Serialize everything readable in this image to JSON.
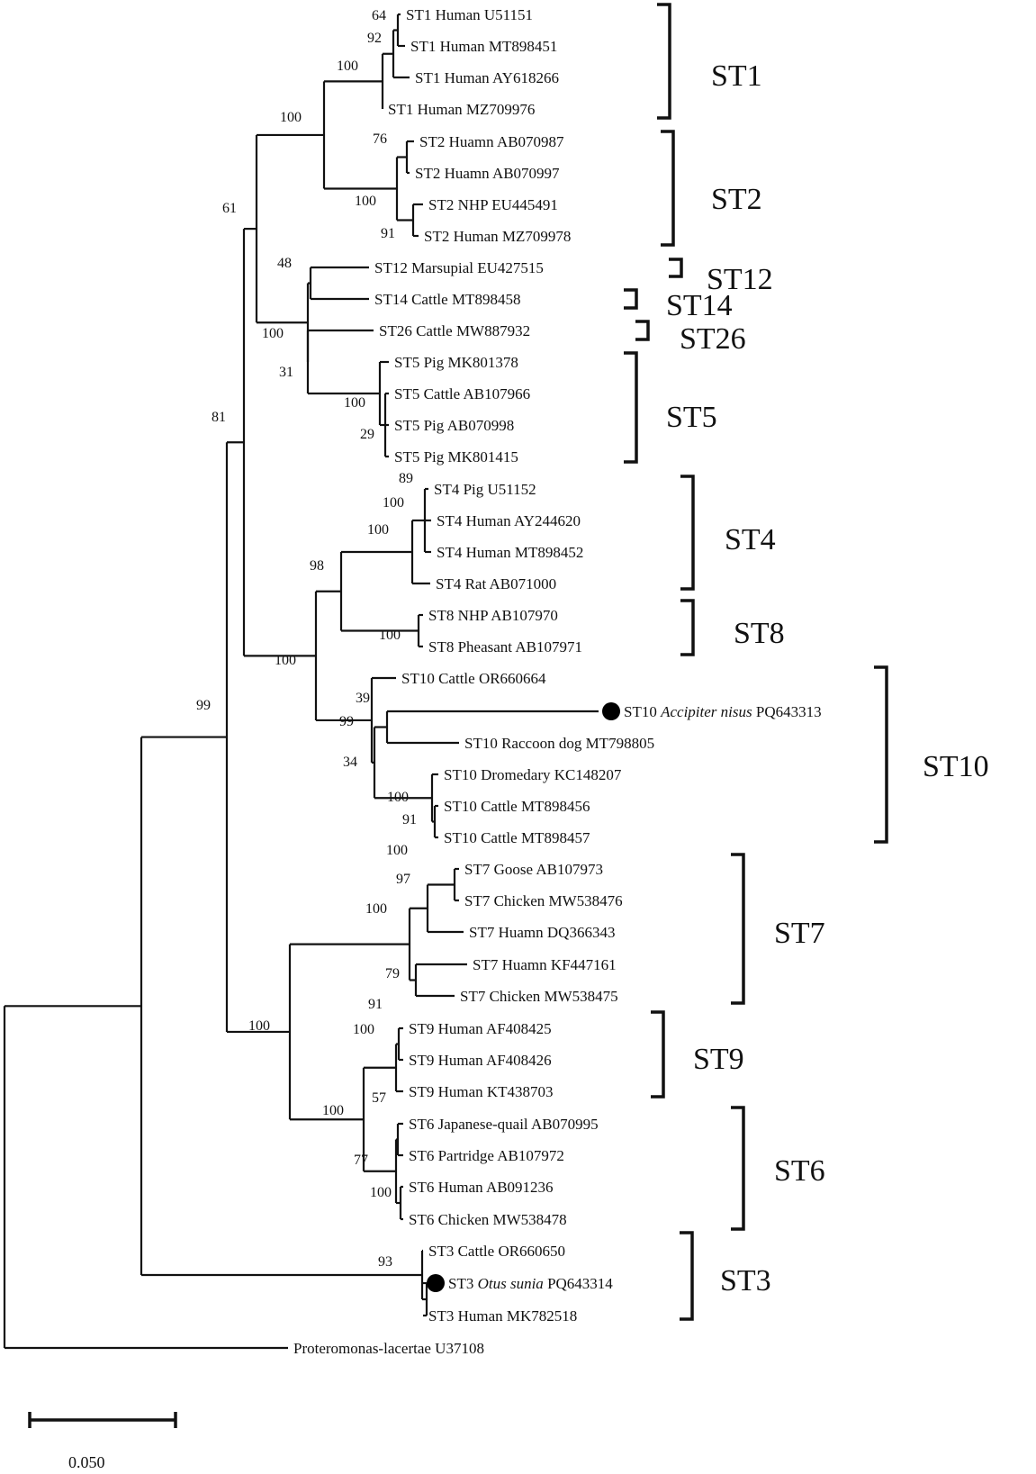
{
  "leaves": [
    {
      "id": "st1_u51151",
      "text": "ST1 Human U51151"
    },
    {
      "id": "st1_mt898451",
      "text": "ST1 Human MT898451"
    },
    {
      "id": "st1_ay618266",
      "text": "ST1 Human AY618266"
    },
    {
      "id": "st1_mz709976",
      "text": "ST1 Human MZ709976"
    },
    {
      "id": "st2_ab070987",
      "text": "ST2 Huamn AB070987"
    },
    {
      "id": "st2_ab070997",
      "text": "ST2 Huamn AB070997"
    },
    {
      "id": "st2_eu445491",
      "text": "ST2 NHP EU445491"
    },
    {
      "id": "st2_mz709978",
      "text": "ST2 Human MZ709978"
    },
    {
      "id": "st12_eu427515",
      "text": "ST12 Marsupial EU427515"
    },
    {
      "id": "st14_mt898458",
      "text": "ST14 Cattle MT898458"
    },
    {
      "id": "st26_mw887932",
      "text": "ST26 Cattle MW887932"
    },
    {
      "id": "st5_mk801378",
      "text": "ST5 Pig MK801378"
    },
    {
      "id": "st5_ab107966",
      "text": "ST5 Cattle AB107966"
    },
    {
      "id": "st5_ab070998",
      "text": "ST5 Pig AB070998"
    },
    {
      "id": "st5_mk801415",
      "text": "ST5 Pig MK801415"
    },
    {
      "id": "st4_u51152",
      "text": "ST4 Pig U51152"
    },
    {
      "id": "st4_ay244620",
      "text": "ST4 Human AY244620"
    },
    {
      "id": "st4_mt898452",
      "text": "ST4 Human MT898452"
    },
    {
      "id": "st4_ab071000",
      "text": "ST4 Rat AB071000"
    },
    {
      "id": "st8_ab107970",
      "text": "ST8 NHP AB107970"
    },
    {
      "id": "st8_ab107971",
      "text": "ST8 Pheasant AB107971"
    },
    {
      "id": "st10_or660664",
      "text": "ST10 Cattle OR660664"
    },
    {
      "id": "st10_pq643313",
      "pre": "ST10 ",
      "ital": "Accipiter nisus",
      "post": " PQ643313"
    },
    {
      "id": "st10_mt798805",
      "text": "ST10 Raccoon dog MT798805"
    },
    {
      "id": "st10_kc148207",
      "text": "ST10 Dromedary KC148207"
    },
    {
      "id": "st10_mt898456",
      "text": "ST10 Cattle MT898456"
    },
    {
      "id": "st10_mt898457",
      "text": "ST10 Cattle MT898457"
    },
    {
      "id": "st7_ab107973",
      "text": "ST7 Goose AB107973"
    },
    {
      "id": "st7_mw538476",
      "text": "ST7 Chicken MW538476"
    },
    {
      "id": "st7_dq366343",
      "text": "ST7 Huamn DQ366343"
    },
    {
      "id": "st7_kf447161",
      "text": "ST7 Huamn KF447161"
    },
    {
      "id": "st7_mw538475",
      "text": "ST7 Chicken MW538475"
    },
    {
      "id": "st9_af408425",
      "text": "ST9 Human AF408425"
    },
    {
      "id": "st9_af408426",
      "text": "ST9 Human AF408426"
    },
    {
      "id": "st9_kt438703",
      "text": "ST9 Human KT438703"
    },
    {
      "id": "st6_ab070995",
      "text": "ST6 Japanese-quail AB070995"
    },
    {
      "id": "st6_ab107972",
      "text": "ST6 Partridge AB107972"
    },
    {
      "id": "st6_ab091236",
      "text": "ST6 Human AB091236"
    },
    {
      "id": "st6_mw538478",
      "text": "ST6 Chicken MW538478"
    },
    {
      "id": "st3_or660650",
      "text": "ST3 Cattle OR660650"
    },
    {
      "id": "st3_pq643314",
      "pre": "ST3 ",
      "ital": "Otus sunia",
      "post": " PQ643314"
    },
    {
      "id": "st3_mk782518",
      "text": "ST3 Human MK782518"
    },
    {
      "id": "proteromonas",
      "text": "Proteromonas-lacertae U37108"
    }
  ],
  "bootstrap": [
    "64",
    "92",
    "100",
    "100",
    "76",
    "100",
    "91",
    "61",
    "48",
    "100",
    "31",
    "100",
    "29",
    "81",
    "89",
    "100",
    "100",
    "98",
    "100",
    "100",
    "39",
    "99",
    "34",
    "100",
    "91",
    "99",
    "100",
    "97",
    "100",
    "79",
    "91",
    "100",
    "100",
    "57",
    "100",
    "77",
    "100",
    "93"
  ],
  "clades": [
    "ST1",
    "ST2",
    "ST12",
    "ST14",
    "ST26",
    "ST5",
    "ST4",
    "ST8",
    "ST10",
    "ST7",
    "ST9",
    "ST6",
    "ST3"
  ],
  "scale_bar": {
    "label": "0.050"
  }
}
